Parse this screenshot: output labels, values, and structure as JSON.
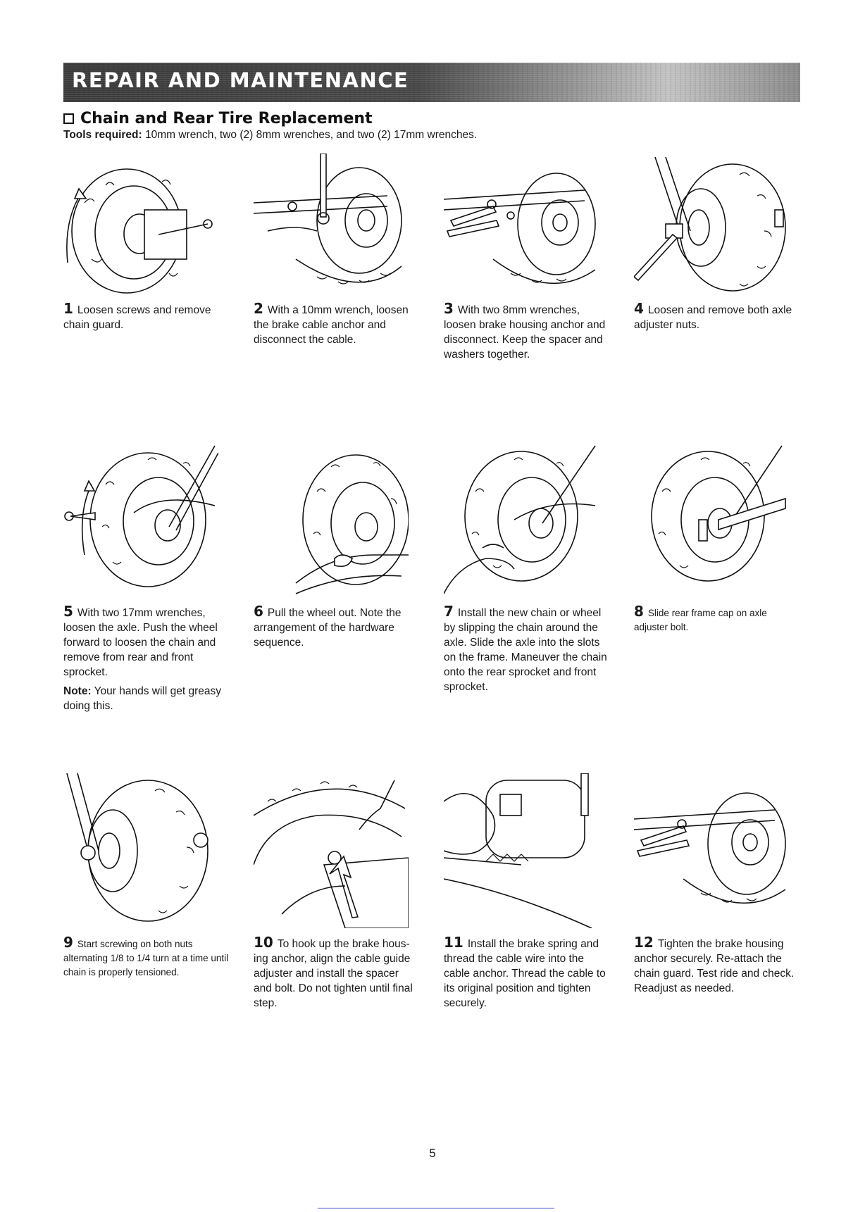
{
  "header": {
    "banner_title": "REPAIR AND MAINTENANCE"
  },
  "section": {
    "title": "Chain and Rear Tire Replacement",
    "tools_label": "Tools required:",
    "tools_text": " 10mm wrench, two (2) 8mm wrenches, and two (2) 17mm wrenches."
  },
  "steps": [
    {
      "num": "1",
      "text": "Loosen screws and remove chain guard.",
      "icon": "wheel-chain-guard-illustration"
    },
    {
      "num": "2",
      "text": "With a 10mm wrench, loosen the brake cable anchor and disconnect the cable.",
      "icon": "brake-cable-wrench-illustration"
    },
    {
      "num": "3",
      "text": "With two 8mm wrenches, loosen brake housing anchor and disconnect. Keep the spacer and washers together.",
      "icon": "two-wrenches-brake-illustration"
    },
    {
      "num": "4",
      "text": "Loosen and remove both axle adjuster nuts.",
      "icon": "axle-adjuster-nuts-illustration"
    },
    {
      "num": "5",
      "text": "With two 17mm wrenches, loosen the axle. Push the wheel forward to loosen the chain and remove from rear and front sprocket.",
      "note_label": "Note:",
      "note_text": " Your hands will get greasy doing this.",
      "icon": "loosen-axle-illustration"
    },
    {
      "num": "6",
      "text": "Pull the wheel out. Note the arrangement of the hardware sequence.",
      "icon": "pull-wheel-illustration"
    },
    {
      "num": "7",
      "text": "Install the new chain or wheel by slipping the chain around the axle. Slide the axle into the slots on the frame. Maneuver the chain onto the rear sprocket and front sprocket.",
      "icon": "install-chain-illustration"
    },
    {
      "num": "8",
      "text": "Slide rear frame cap on axle adjuster bolt.",
      "icon": "frame-cap-illustration"
    },
    {
      "num": "9",
      "text": "Start screwing on both nuts alternating 1/8 to 1/4 turn at a time until chain is properly tensioned.",
      "icon": "tension-nuts-illustration"
    },
    {
      "num": "10",
      "text": "To hook up the brake hous-ing anchor, align the cable guide adjuster and install the spacer and bolt. Do not tighten until final step.",
      "icon": "brake-housing-anchor-illustration"
    },
    {
      "num": "11",
      "text": "Install the brake spring and thread the cable wire into the cable anchor. Thread the cable to its original position and tighten securely.",
      "icon": "brake-spring-illustration"
    },
    {
      "num": "12",
      "text": "Tighten the brake housing anchor securely. Re-attach the chain guard. Test ride and check. Readjust as needed.",
      "icon": "tighten-anchor-illustration"
    }
  ],
  "footer": {
    "page_number": "5"
  }
}
